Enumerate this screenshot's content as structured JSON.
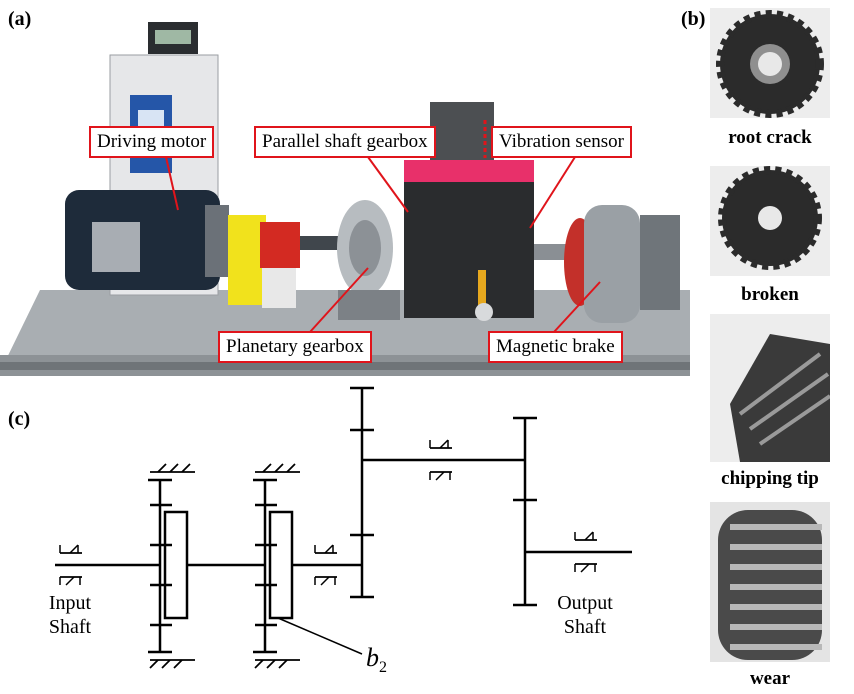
{
  "panels": {
    "a": "(a)",
    "b": "(b)",
    "c": "(c)"
  },
  "callouts": {
    "driving_motor": "Driving motor",
    "parallel_shaft_gearbox": "Parallel shaft gearbox",
    "vibration_sensor": "Vibration sensor",
    "planetary_gearbox": "Planetary gearbox",
    "magnetic_brake": "Magnetic brake"
  },
  "gear_faults": [
    {
      "label": "root crack"
    },
    {
      "label": "broken"
    },
    {
      "label": "chipping tip"
    },
    {
      "label": "wear"
    }
  ],
  "schematic": {
    "input_shaft": [
      "Input",
      "Shaft"
    ],
    "output_shaft": [
      "Output",
      "Shaft"
    ],
    "b2_base": "b",
    "b2_sub": "2"
  },
  "colors": {
    "callout_border": "#e0141b",
    "pointer": "#e0141b",
    "schematic_line": "#000000"
  }
}
